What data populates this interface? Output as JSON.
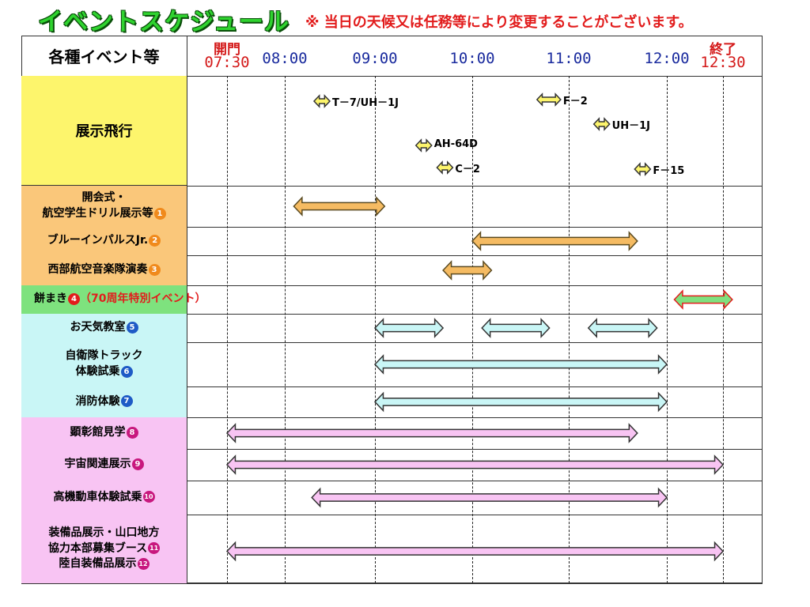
{
  "header": {
    "title": "イベントスケジュール",
    "notice": "※ 当日の天候又は任務等により変更することがございます。"
  },
  "table": {
    "corner_label": "各種イベント等",
    "times": [
      {
        "top": "開門",
        "bottom": "07:30"
      },
      {
        "top": "",
        "bottom": "08:00"
      },
      {
        "top": "",
        "bottom": "09:00"
      },
      {
        "top": "",
        "bottom": "10:00"
      },
      {
        "top": "",
        "bottom": "11:00"
      },
      {
        "top": "",
        "bottom": "12:00"
      },
      {
        "top": "終了",
        "bottom": "12:30"
      }
    ],
    "flight_row_label": "展示飛行",
    "flights": [
      {
        "label": "T－7/UH－1J",
        "time": "08:30"
      },
      {
        "label": "F－2",
        "time": "10:55"
      },
      {
        "label": "UH－1J",
        "time": "11:25"
      },
      {
        "label": "AH-64D",
        "time": "09:35"
      },
      {
        "label": "C－2",
        "time": "09:48"
      },
      {
        "label": "F－15",
        "time": "11:50"
      }
    ],
    "events": [
      {
        "label_lines": [
          "開会式・",
          "航空学生ドリル展示等"
        ],
        "badge": "1",
        "badge_style": "orange",
        "bg": "#fac77a",
        "start": "08:06",
        "end": "09:06",
        "arrow_color": "#f5bb62",
        "arrow_stroke": "#5a4a20"
      },
      {
        "label_lines": [
          "ブルーインパルスJr."
        ],
        "badge": "2",
        "badge_style": "orange",
        "bg": "#fac77a",
        "start": "10:00",
        "end": "11:42",
        "arrow_color": "#f5bb62",
        "arrow_stroke": "#5a4a20"
      },
      {
        "label_lines": [
          "西部航空音楽隊演奏"
        ],
        "badge": "3",
        "badge_style": "orange",
        "bg": "#fac77a",
        "start": "09:42",
        "end": "10:12",
        "arrow_color": "#f5bb62",
        "arrow_stroke": "#5a4a20"
      },
      {
        "label_lines": [
          "餅まき"
        ],
        "badge": "4",
        "badge_style": "red",
        "extra": "（70周年特別イベント）",
        "bg": "#7ee27e",
        "start": "12:04",
        "end": "12:35",
        "arrow_color": "#7fe07f",
        "arrow_stroke": "#e21c1c"
      },
      {
        "label_lines": [
          "お天気教室"
        ],
        "badge": "5",
        "badge_style": "blue",
        "bg": "#c9f6f6",
        "segments": [
          [
            "09:00",
            "09:42"
          ],
          [
            "10:06",
            "10:48"
          ],
          [
            "11:12",
            "11:54"
          ]
        ],
        "arrow_color": "#c9f6f6",
        "arrow_stroke": "#333"
      },
      {
        "label_lines": [
          "自衛隊トラック",
          "体験試乗"
        ],
        "badge": "6",
        "badge_style": "blue",
        "bg": "#c9f6f6",
        "start": "09:00",
        "end": "12:00",
        "arrow_color": "#c9f6f6",
        "arrow_stroke": "#333"
      },
      {
        "label_lines": [
          "消防体験"
        ],
        "badge": "7",
        "badge_style": "blue",
        "bg": "#c9f6f6",
        "start": "09:00",
        "end": "12:00",
        "arrow_color": "#c9f6f6",
        "arrow_stroke": "#333"
      },
      {
        "label_lines": [
          "顕彰館見学"
        ],
        "badge": "8",
        "badge_style": "magenta",
        "bg": "#f8c4f3",
        "start": "07:30",
        "end": "11:42",
        "arrow_color": "#f8c4f3",
        "arrow_stroke": "#333"
      },
      {
        "label_lines": [
          "宇宙関連展示"
        ],
        "badge": "9",
        "badge_style": "magenta",
        "bg": "#f8c4f3",
        "start": "07:30",
        "end": "12:30",
        "arrow_color": "#f8c4f3",
        "arrow_stroke": "#333"
      },
      {
        "label_lines": [
          "高機動車体験試乗"
        ],
        "badge": "10",
        "badge_style": "magenta",
        "bg": "#f8c4f3",
        "start": "08:18",
        "end": "12:00",
        "arrow_color": "#f8c4f3",
        "arrow_stroke": "#333"
      },
      {
        "label_lines": [
          "装備品展示・山口地方",
          "協力本部募集ブース",
          "陸自装備品展示"
        ],
        "badge_lines": [
          "",
          "11",
          "12"
        ],
        "badge_style": "magenta",
        "bg": "#f8c4f3",
        "start": "07:30",
        "end": "12:30",
        "arrow_color": "#f8c4f3",
        "arrow_stroke": "#333"
      }
    ]
  },
  "colors": {
    "flight_bg": "#fdf56c",
    "flight_arrow": "#fdf56c",
    "badge_orange": "#f08a1c",
    "badge_red": "#e21c1c",
    "badge_blue": "#1e5bc6",
    "badge_magenta": "#c8187e",
    "extra_text": "#e21c1c"
  }
}
